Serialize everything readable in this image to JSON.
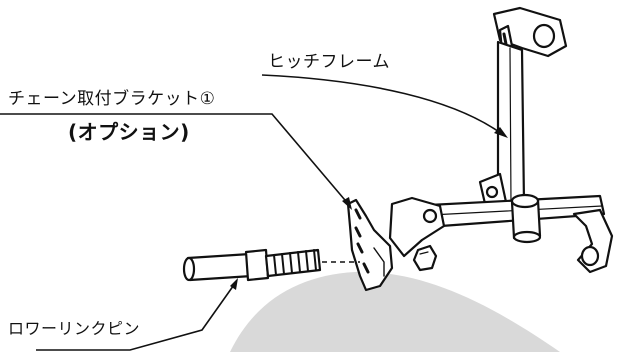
{
  "labels": {
    "hitch_frame": "ヒッチフレーム",
    "chain_bracket": "チェーン取付ブラケット①",
    "option": "(オプション)",
    "lower_link_pin": "ロワーリンクピン"
  },
  "colors": {
    "ink": "#111111",
    "paper": "#ffffff",
    "watermark": "#d9d9d9"
  }
}
